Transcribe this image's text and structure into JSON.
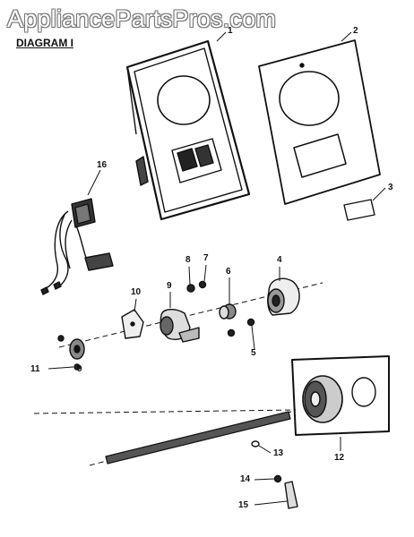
{
  "watermark": "AppliancePartsPros.com",
  "diagram_title": "DIAGRAM I",
  "callouts": [
    "1",
    "2",
    "3",
    "4",
    "5",
    "6",
    "7",
    "8",
    "9",
    "10",
    "11",
    "9",
    "12",
    "13",
    "14",
    "15",
    "16"
  ]
}
